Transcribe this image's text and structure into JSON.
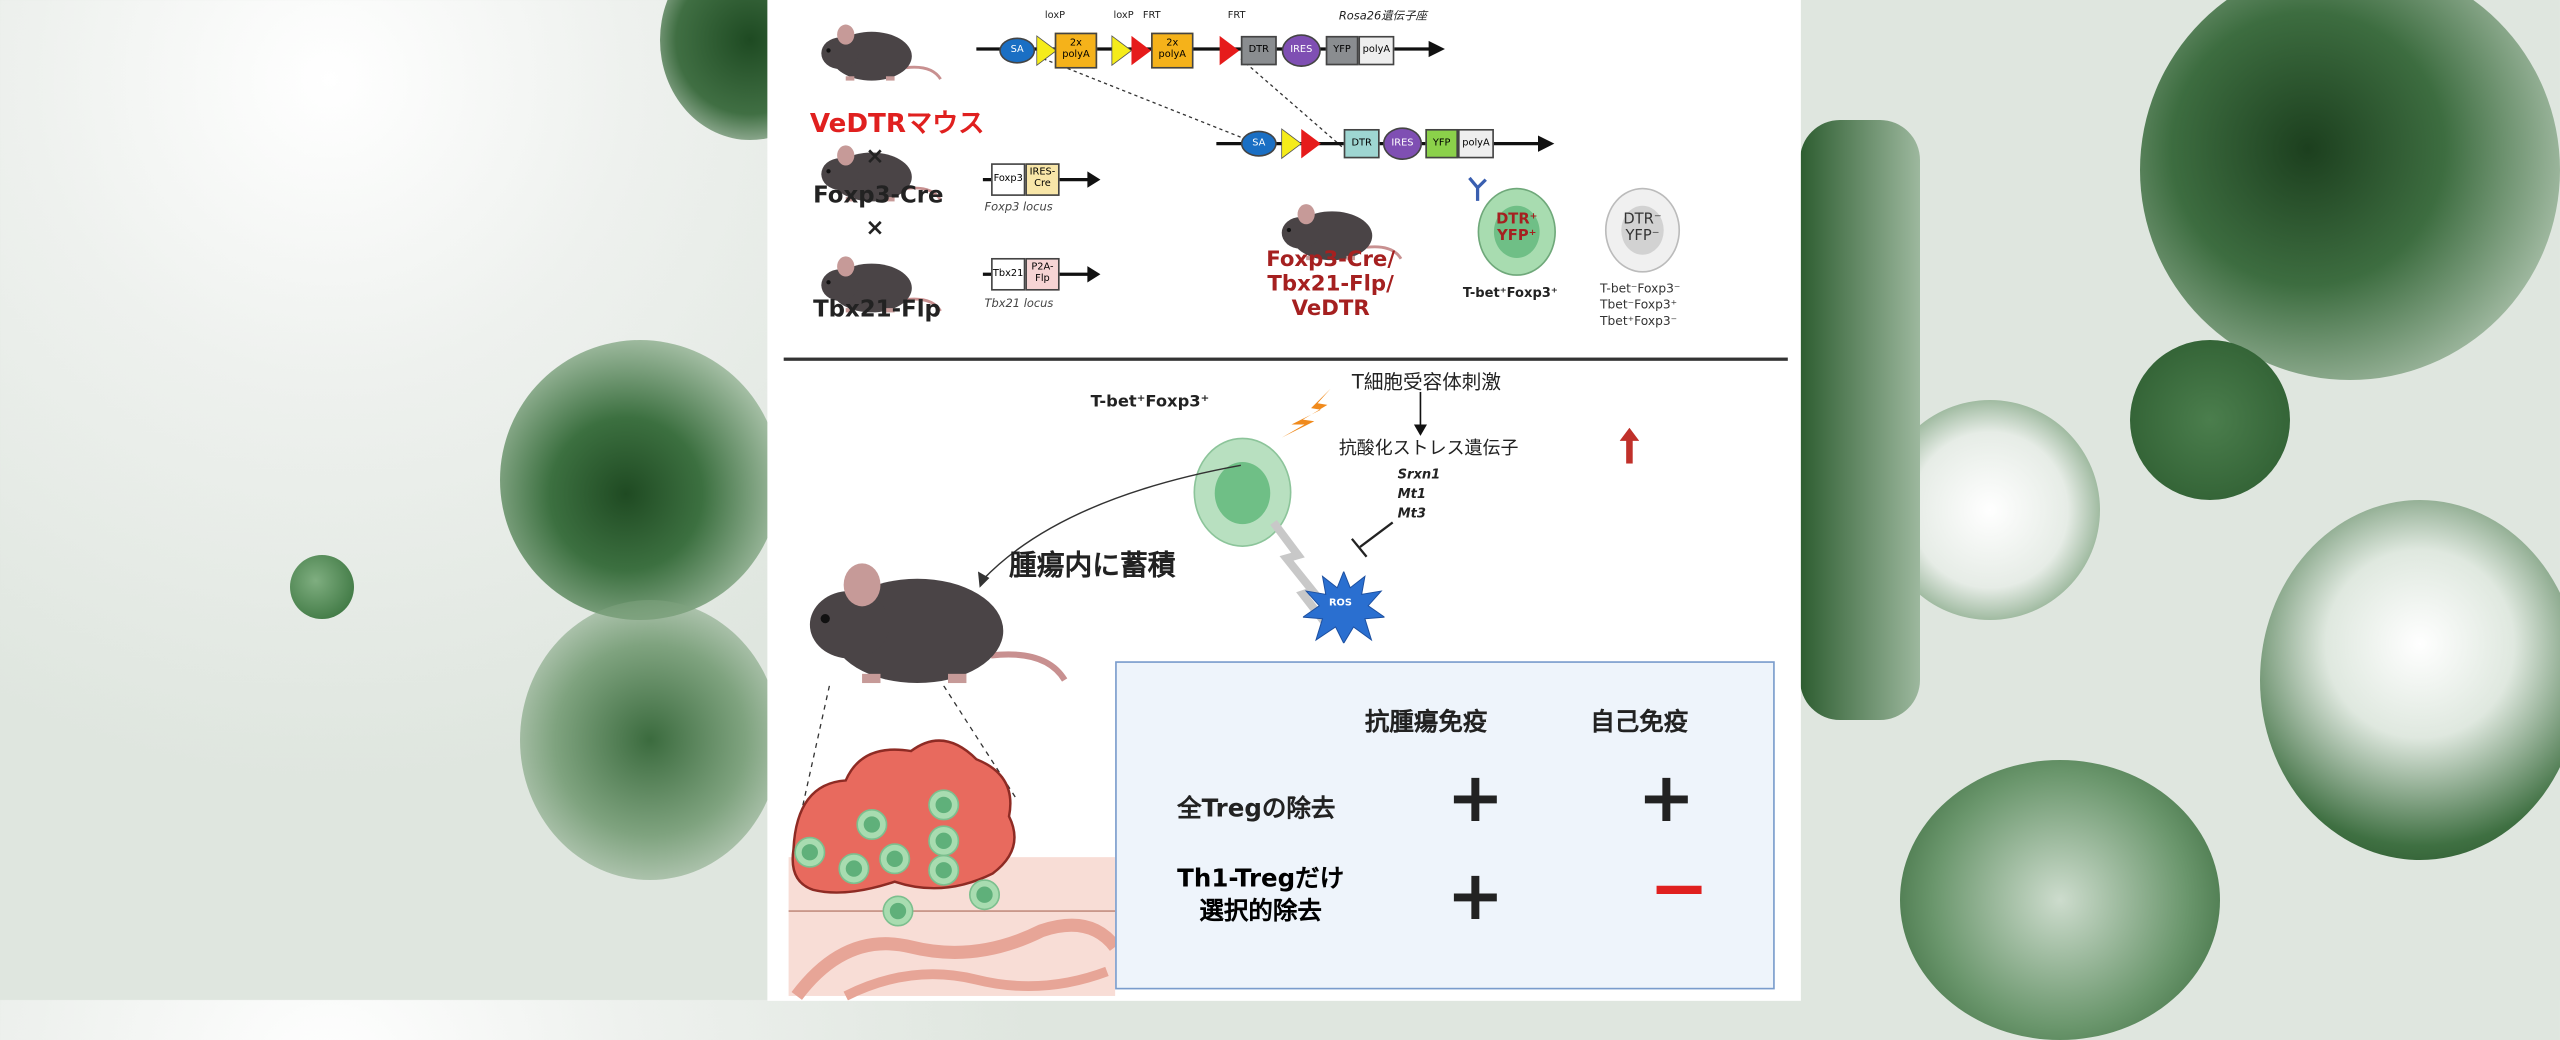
{
  "top": {
    "vedtr_label": "VeDTRマウス",
    "cross1": "×",
    "cross2": "×",
    "foxp3cre_label": "Foxp3-Cre",
    "tbx21flp_label": "Tbx21-Flp",
    "rosa_label": "Rosa26遺伝子座",
    "loxp1": "loxP",
    "loxp2": "loxP",
    "frt1": "FRT",
    "frt2": "FRT",
    "sa": "SA",
    "polyA2x_1": "2x polyA",
    "polyA2x_2": "2x polyA",
    "dtr": "DTR",
    "ires": "IRES",
    "yfp": "YFP",
    "polya": "polyA",
    "foxp3_box": "Foxp3",
    "ires_cre_box": "IRES-Cre",
    "foxp3_locus": "Foxp3 locus",
    "tbx21_box": "Tbx21",
    "p2a_flp_box": "P2A-Flp",
    "tbx21_locus": "Tbx21 locus",
    "triple_line1": "Foxp3-Cre/",
    "triple_line2": "Tbx21-Flp/",
    "triple_line3": "VeDTR",
    "cell_pos_line1": "DTR⁺",
    "cell_pos_line2": "YFP⁺",
    "cell_pos_label": "T-bet⁺Foxp3⁺",
    "cell_neg_line1": "DTR⁻",
    "cell_neg_line2": "YFP⁻",
    "cell_neg_labels": [
      "T-bet⁻Foxp3⁻",
      "Tbet⁻Foxp3⁺",
      "Tbet⁺Foxp3⁻"
    ]
  },
  "bottom": {
    "tcr": "T細胞受容体刺激",
    "cell_label": "T-bet⁺Foxp3⁺",
    "antiox": "抗酸化ストレス遺伝子",
    "genes": [
      "Srxn1",
      "Mt1",
      "Mt3"
    ],
    "accumulate": "腫瘍内に蓄積",
    "ros": "ROS"
  },
  "table": {
    "headers": [
      "抗腫瘍免疫",
      "自己免疫"
    ],
    "rows": [
      {
        "label": "全Tregの除去",
        "anti_tumor": "+",
        "autoimmune": "+"
      },
      {
        "label_line1": "Th1-Tregだけ",
        "label_line2": "選択的除去",
        "anti_tumor": "+",
        "autoimmune": "−"
      }
    ]
  },
  "colors": {
    "red": "#e0201f",
    "dark_red": "#a52020",
    "green_cell": "#9fd4a8",
    "table_bg": "#eef4fb",
    "table_border": "#7a9ccc"
  }
}
